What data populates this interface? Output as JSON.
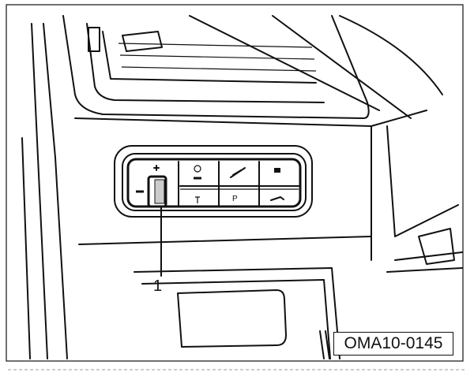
{
  "callout": {
    "number": "1"
  },
  "figure_code": "OMA10-0145",
  "buttons": {
    "park_label": "P"
  }
}
